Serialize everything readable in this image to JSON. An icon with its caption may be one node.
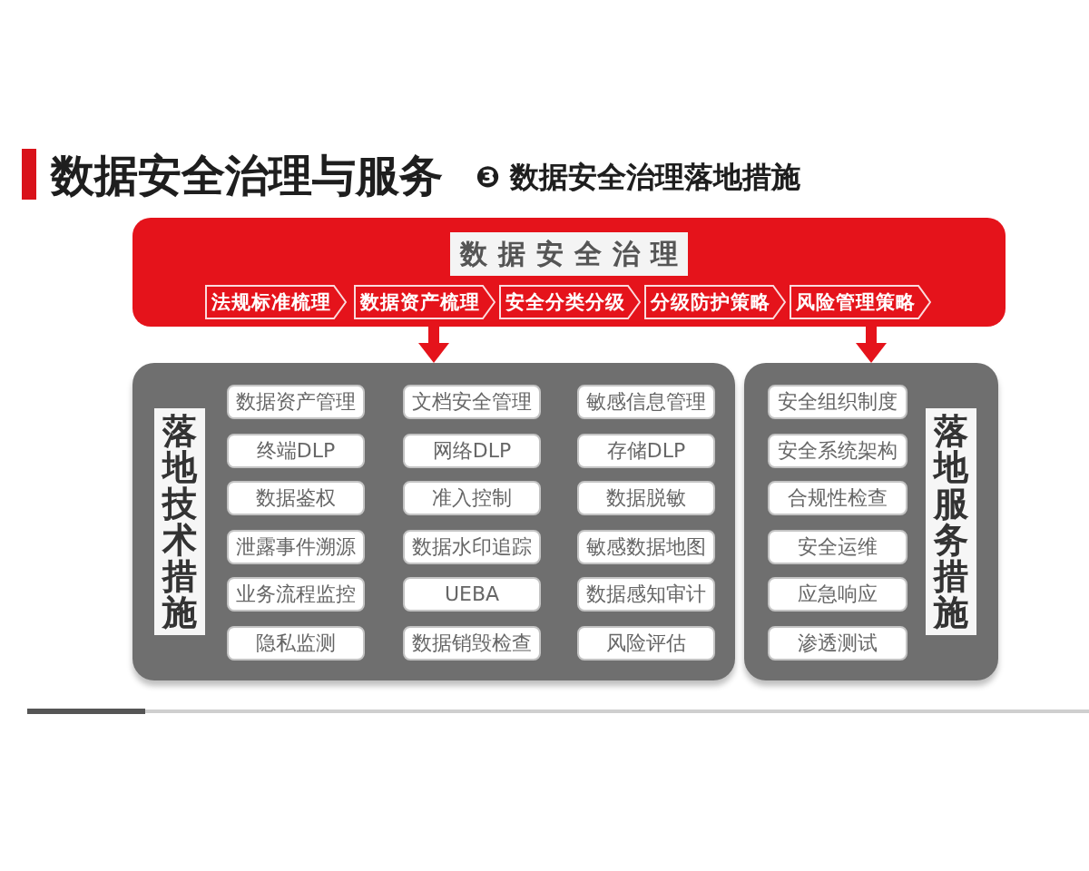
{
  "diagram": {
    "title": "数据安全治理与服务",
    "nodes": [
      {
        "text": [
          "数据安全治理"
        ]
      },
      {
        "text": [
          "法规标准梳理"
        ],
        "in": 0
      },
      {
        "text": [
          "数据资产梳理"
        ],
        "in": 0
      },
      {
        "text": [
          "安全分类分级"
        ],
        "in": 0
      },
      {
        "text": [
          "分级防护策略"
        ],
        "in": 0
      },
      {
        "text": [
          "风险管理策略"
        ],
        "in": 0
      },
      {
        "text": [
          "落地技术措施"
        ]
      },
      {
        "text": [
          "数据资产管理"
        ],
        "in": 6
      },
      {
        "text": [
          "文档安全管理"
        ],
        "in": 6
      },
      {
        "text": [
          "敏感信息管理"
        ],
        "in": 6
      },
      {
        "text": [
          "终端DLP"
        ],
        "in": 6
      },
      {
        "text": [
          "网络DLP"
        ],
        "in": 6
      },
      {
        "text": [
          "存储DLP"
        ],
        "in": 6
      },
      {
        "text": [
          "数据鉴权"
        ],
        "in": 6
      },
      {
        "text": [
          "准入控制"
        ],
        "in": 6
      },
      {
        "text": [
          "数据脱敏"
        ],
        "in": 6
      },
      {
        "text": [
          "泄露事件溯源"
        ],
        "in": 6
      },
      {
        "text": [
          "数据水印追踪"
        ],
        "in": 6
      },
      {
        "text": [
          "敏感数据地图"
        ],
        "in": 6
      },
      {
        "text": [
          "业务流程监控"
        ],
        "in": 6
      },
      {
        "text": [
          "UEBA"
        ],
        "in": 6
      },
      {
        "text": [
          "数据感知审计"
        ],
        "in": 6
      },
      {
        "text": [
          "隐私监测"
        ],
        "in": 6
      },
      {
        "text": [
          "数据销毁检查"
        ],
        "in": 6
      },
      {
        "text": [
          "风险评估"
        ],
        "in": 6
      },
      {
        "text": [
          "落地服务措施"
        ]
      },
      {
        "text": [
          "安全组织制度"
        ],
        "in": 25
      },
      {
        "text": [
          "安全系统架构"
        ],
        "in": 25
      },
      {
        "text": [
          "合规性检查"
        ],
        "in": 25
      },
      {
        "text": [
          "安全运维"
        ],
        "in": 25
      },
      {
        "text": [
          "应急响应"
        ],
        "in": 25
      },
      {
        "text": [
          "渗透测试"
        ],
        "in": 25
      }
    ],
    "edges": [
      {
        "from": 0,
        "to": 6,
        "arrow": "to"
      },
      {
        "from": 0,
        "to": 25,
        "arrow": "to"
      }
    ],
    "labels": [
      "❸ 数据安全治理落地措施"
    ]
  }
}
